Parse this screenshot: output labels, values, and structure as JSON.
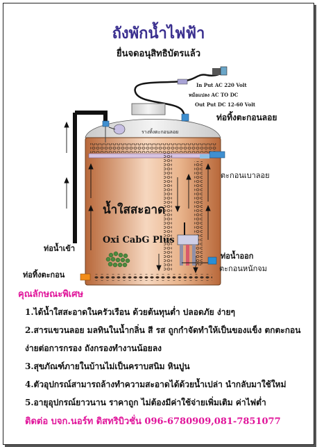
{
  "title": "ถังพักน้ำไฟฟ้า",
  "subtitle": "ยื่นจดอนุสิทธิบัตรแล้ว",
  "adapter": {
    "input": "In Put AC 220 Volt",
    "converter": "หม้อแปลง AC TO DC",
    "output": "Out Put  DC 12-60 Volt"
  },
  "labels": {
    "float_drain_pipe": "ท่อทิ้งตะกอนลอย",
    "floating_sediment": "ตะกอนเบาลอย",
    "float_trough": "รางทิ้งตะกอนลอย",
    "clear_water": "น้ำใสสะอาด",
    "device": "Oxi CabG Plus",
    "inlet": "ท่อน้ำเข้า",
    "outlet": "ท่อน้ำออก",
    "heavy_sediment": "ตะกอนหนักจม",
    "sediment_drain": "ท่อทิ้งตะกอน"
  },
  "features": {
    "heading": "คุณลักษณะพิเศษ",
    "items": [
      "1.ได้น้ำใสสะอาดในครัวเรือน ด้วยต้นทุนต่ำ ปลอดภัย ง่ายๆ",
      "2.สารแขวนลอย มลทินในน้ำกลิ่น สี รส ถูกกำจัดทำให้เป็นของแข็ง ตกตะกอน",
      "ง่ายต่อการกรอง ถังกรองทำงานน้อยลง",
      "3.สุขภัณฑ์ภายในบ้านไม่เป็นคราบสนิม หินปูน",
      "4.ตัวอุปกรณ์สามารถล้างทำความสะอาดได้ด้วยน้ำเปล่า นำกลับมาใช้ใหม่",
      "5.อายุอุปกรณ์ยาวนาน ราคาถูก ไม่ต้องมีค่าใช้จ่ายเพิ่มเติม ค่าไฟต่ำ"
    ]
  },
  "contact": "ติดต่อ บจก.นอร์ท ดิสทริบิวชั่น 096-6780909,081-7851077",
  "colors": {
    "title": "#3a2f8f",
    "accent": "#e0149a",
    "tank_gradient_light": "#f6d7bf",
    "tank_gradient_dark": "#b8683a",
    "pipe": "#1a1a1a",
    "outlet_box": "#2a8fd6",
    "drain_box": "#f28c18"
  }
}
